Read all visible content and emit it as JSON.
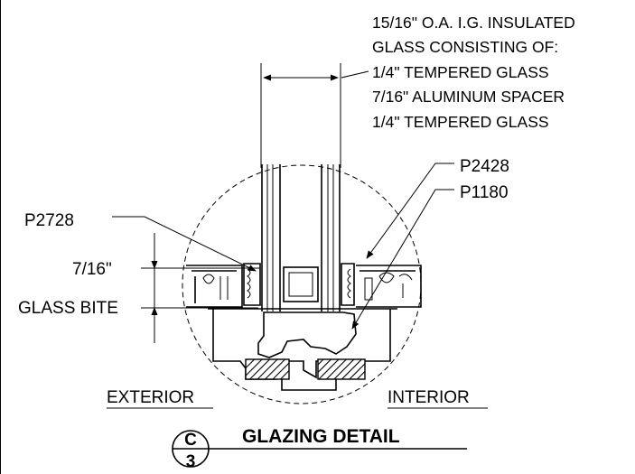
{
  "glass_note": {
    "line1": "15/16\" O.A. I.G. INSULATED",
    "line2": "GLASS CONSISTING OF:",
    "line3": "1/4\" TEMPERED GLASS",
    "line4": "7/16\" ALUMINUM SPACER",
    "line5": "1/4\" TEMPERED GLASS"
  },
  "callouts": {
    "p2428": "P2428",
    "p1180": "P1180",
    "p2728": "P2728"
  },
  "dimension": {
    "value": "7/16\"",
    "label": "GLASS BITE"
  },
  "sides": {
    "exterior": "EXTERIOR",
    "interior": "INTERIOR"
  },
  "detail": {
    "title": "GLAZING DETAIL",
    "letter": "C",
    "number": "3"
  }
}
